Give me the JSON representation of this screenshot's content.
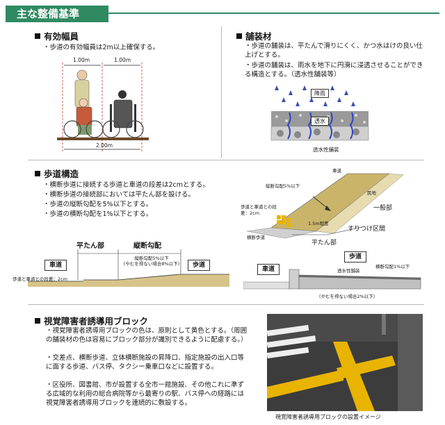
{
  "banner": {
    "title": "主な整備基準"
  },
  "width": {
    "heading": "有効幅員",
    "bullet": "・歩道の有効幅員は2m以上確保する。",
    "dim_left": "1.00m",
    "dim_right": "1.00m",
    "dim_total": "2.00m"
  },
  "paving": {
    "heading": "舗装材",
    "bullets": [
      "・歩道の舗装は、平たんで滑りにくく、かつ水はけの良い仕上げとする。",
      "・歩道の舗装は、雨水を地下に円滑に浸透させることができる構造とする。（透水性舗装等）"
    ],
    "label_rain": "降雨",
    "label_seep": "透水",
    "caption": "透水性舗装"
  },
  "sidewalk": {
    "heading": "歩道構造",
    "bullets": [
      "・横断歩道に接続する歩道と車道の段差は2cmとする。",
      "・横断歩道の接続部においては平たん部を設ける。",
      "・歩道の縦断勾配を5%以下とする。",
      "・歩道の横断勾配を1%以下とする。"
    ],
    "persp": {
      "road": "車道",
      "slope5": "縦断勾配5%以下",
      "step_label": "歩道と車道との段差：2cm",
      "crosswalk": "横断歩道",
      "flat_len": "1.5m程度",
      "private_land": "民地",
      "general": "一般部",
      "transition": "すりつけ区間",
      "flat": "平たん部"
    },
    "section": {
      "flat": "平たん部",
      "slope": "縦断勾配",
      "slope_note1": "縦断勾配5%以下",
      "slope_note2": "(やむを得ない場合8%以下)",
      "road": "車道",
      "sidewalk": "歩道",
      "step": "歩道と車道との段差：2cm"
    },
    "cross": {
      "sidewalk": "歩道",
      "road": "車道",
      "paving": "透水性舗装",
      "slope1": "横断勾配1%以下",
      "note": "（やむを得ない場合2%以下）"
    }
  },
  "tactile": {
    "heading": "視覚障害者誘導用ブロック",
    "bullets": [
      "・視覚障害者誘導用ブロックの色は、原則として黄色とする。（周囲の舗装材の色は容易にブロック部分が識別できるように配慮する。）",
      "・交差点、横断歩道、立体横断施設の昇降口、指定施設の出入口等に面する歩道、バス停、タクシー乗車口などに設置する。",
      "・区役所、図書館、市が設置する全市一館施設、その他これに準ずる広域的な利用の総合病院等から最寄りの駅、バス停への経路には視覚障害者誘導用ブロックを連続的に敷設する。"
    ],
    "caption": "視覚障害者誘導用ブロックの設置イメージ"
  },
  "colors": {
    "accent": "#2f8a62",
    "block": "#e8b400",
    "ground": "#d8c48a"
  }
}
